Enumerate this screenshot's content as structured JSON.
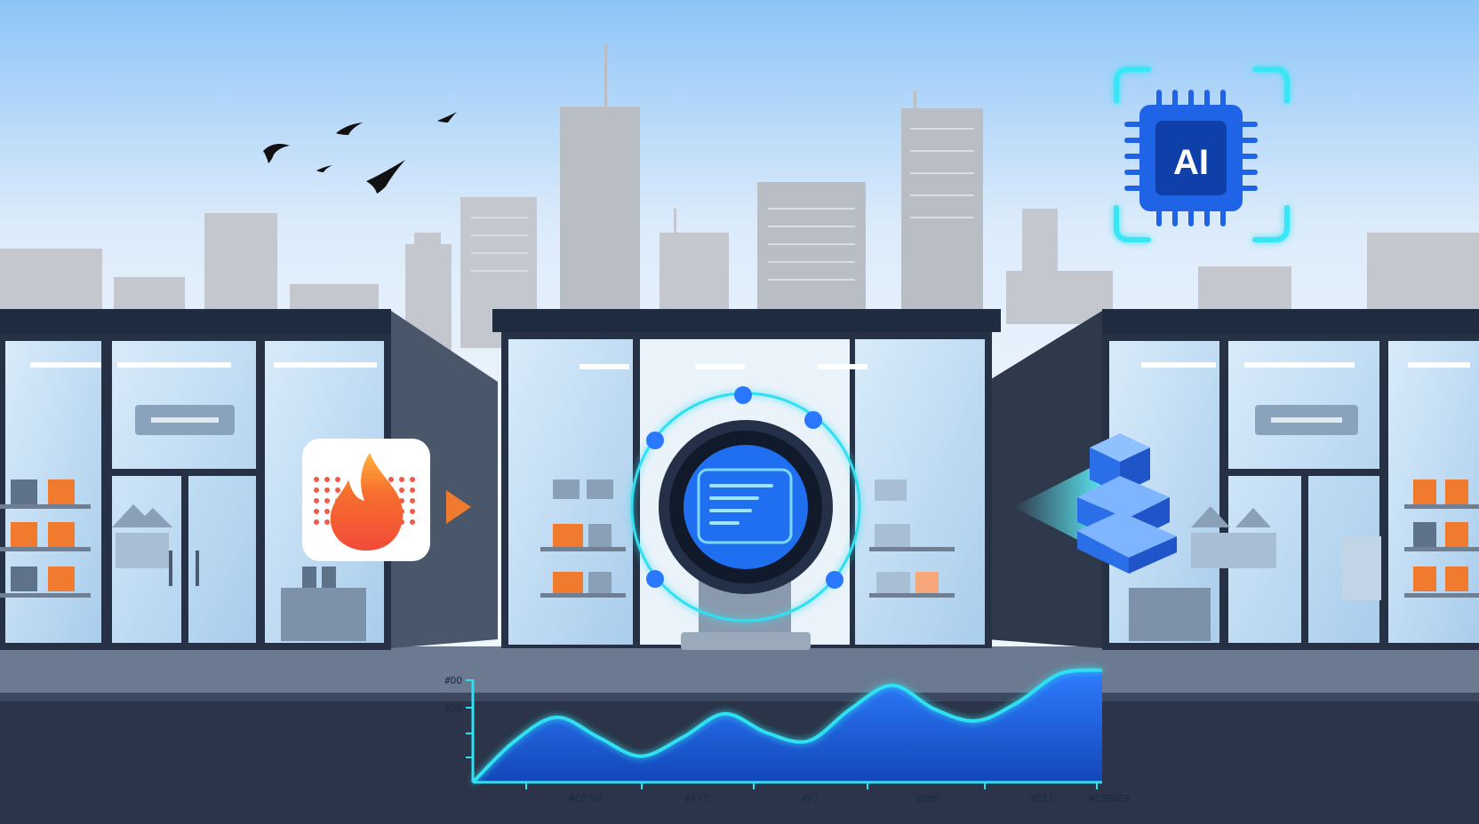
{
  "badge": {
    "label": "AI"
  },
  "chart_data": {
    "type": "area",
    "title": "",
    "xlabel": "",
    "ylabel": "",
    "x_tick_labels": [
      "#C076F",
      "#FFJ",
      "#FJ",
      "ED00",
      "#EIJ",
      "#C0E0E0"
    ],
    "y_tick_labels": [
      "#DO",
      "#DO"
    ],
    "series": [
      {
        "values": [
          0.0,
          0.35,
          0.55,
          0.38,
          0.22,
          0.38,
          0.58,
          0.42,
          0.35,
          0.62,
          0.82,
          0.62,
          0.52,
          0.68,
          0.92,
          0.95
        ]
      }
    ],
    "ylim": [
      0,
      1
    ],
    "grid": false,
    "legend": "none"
  },
  "colors": {
    "sky_top": "#8ec5f7",
    "accent_cyan": "#2fe0f0",
    "accent_blue": "#2563eb",
    "shelf_orange": "#f07a2e",
    "storefront_dark": "#1f2b3f"
  }
}
